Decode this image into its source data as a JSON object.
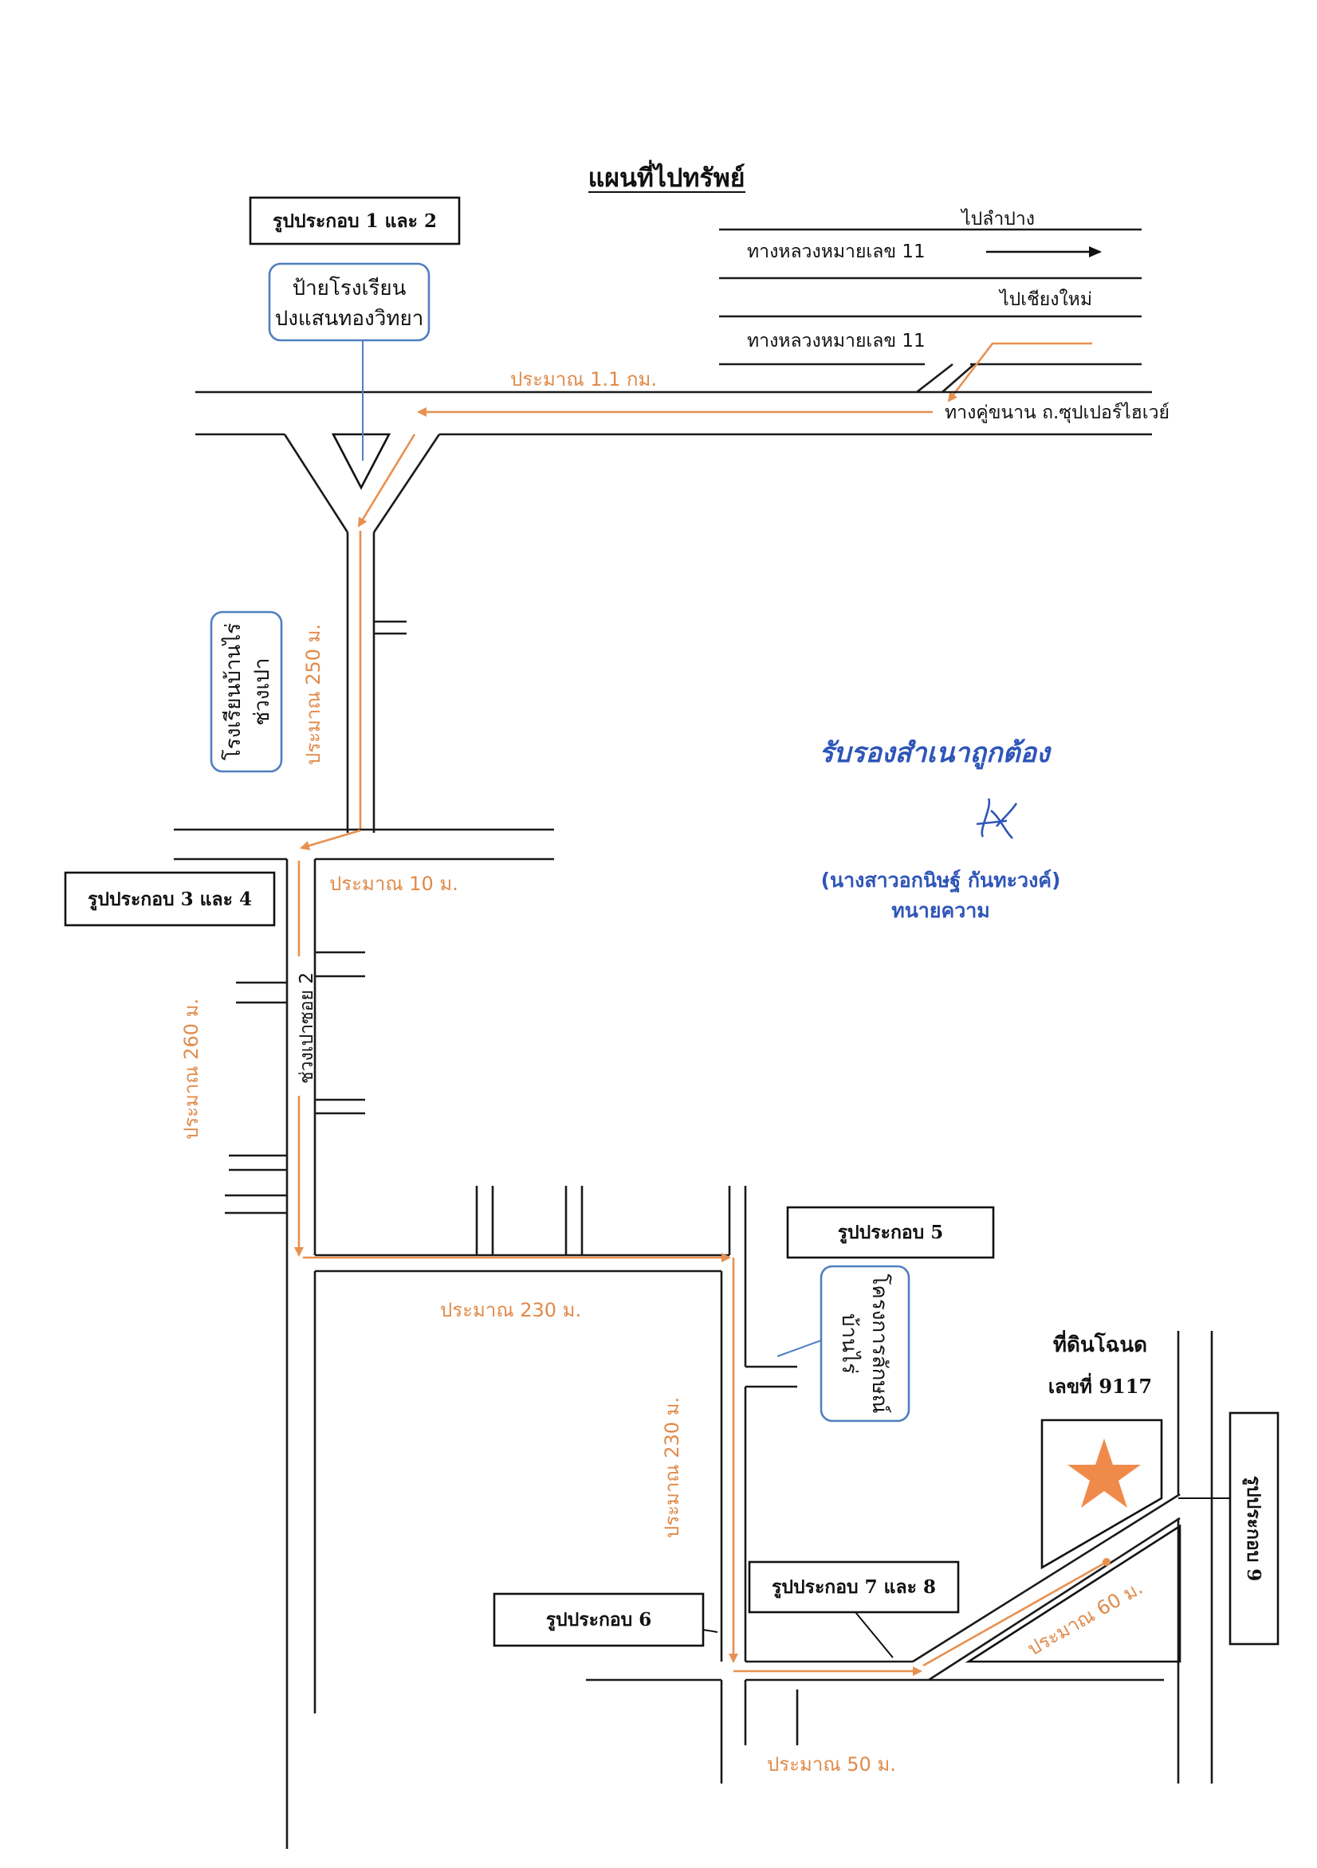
{
  "title": "แผนที่ไปทรัพย์",
  "highway": {
    "to_lampang": "ไปลำปาง",
    "to_chiangmai": "ไปเชียงใหม่",
    "highway_upper": "ทางหลวงหมายเลข 11",
    "highway_lower": "ทางหลวงหมายเลข 11",
    "frontage": "ทางคู่ขนาน ถ.ซุปเปอร์ไฮเวย์"
  },
  "distances": {
    "d_1_1km": "ประมาณ 1.1 กม.",
    "d_250m": "ประมาณ 250 ม.",
    "d_10m": "ประมาณ 10 ม.",
    "d_260m": "ประมาณ 260 ม.",
    "d_230m_h": "ประมาณ 230 ม.",
    "d_230m_v": "ประมาณ 230 ม.",
    "d_60m": "ประมาณ 60 ม.",
    "d_50m": "ประมาณ 50 ม."
  },
  "figures": {
    "fig_1_2": "รูปประกอบ 1 และ 2",
    "fig_3_4": "รูปประกอบ 3 และ 4",
    "fig_5": "รูปประกอบ 5",
    "fig_6": "รูปประกอบ 6",
    "fig_7_8": "รูปประกอบ 7 และ 8",
    "fig_9": "รูปประกอบ 9"
  },
  "places": {
    "school_sign_line1": "ป้ายโรงเรียน",
    "school_sign_line2": "ปงแสนทองวิทยา",
    "school_ban_rai_line1": "โรงเรียนบ้านไร่",
    "school_ban_rai_line2": "ช่วงเปา",
    "soi": "ช่วงเปาซอย 2",
    "project_line1": "โครงการลักษณ์",
    "project_line2": "บ้านไร่",
    "land_line1": "ที่ดินโฉนด",
    "land_line2": "เลขที่ 9117"
  },
  "stamp": {
    "certified": "รับรองสำเนาถูกต้อง",
    "name": "(นางสาวอกนิษฐ์ กันทะวงค์)",
    "role": "ทนายความ"
  },
  "colors": {
    "route": "#e8904f",
    "stamp_blue": "#2f55b8",
    "box_blue_border": "#4f7fc0",
    "star": "#f08a4b"
  }
}
